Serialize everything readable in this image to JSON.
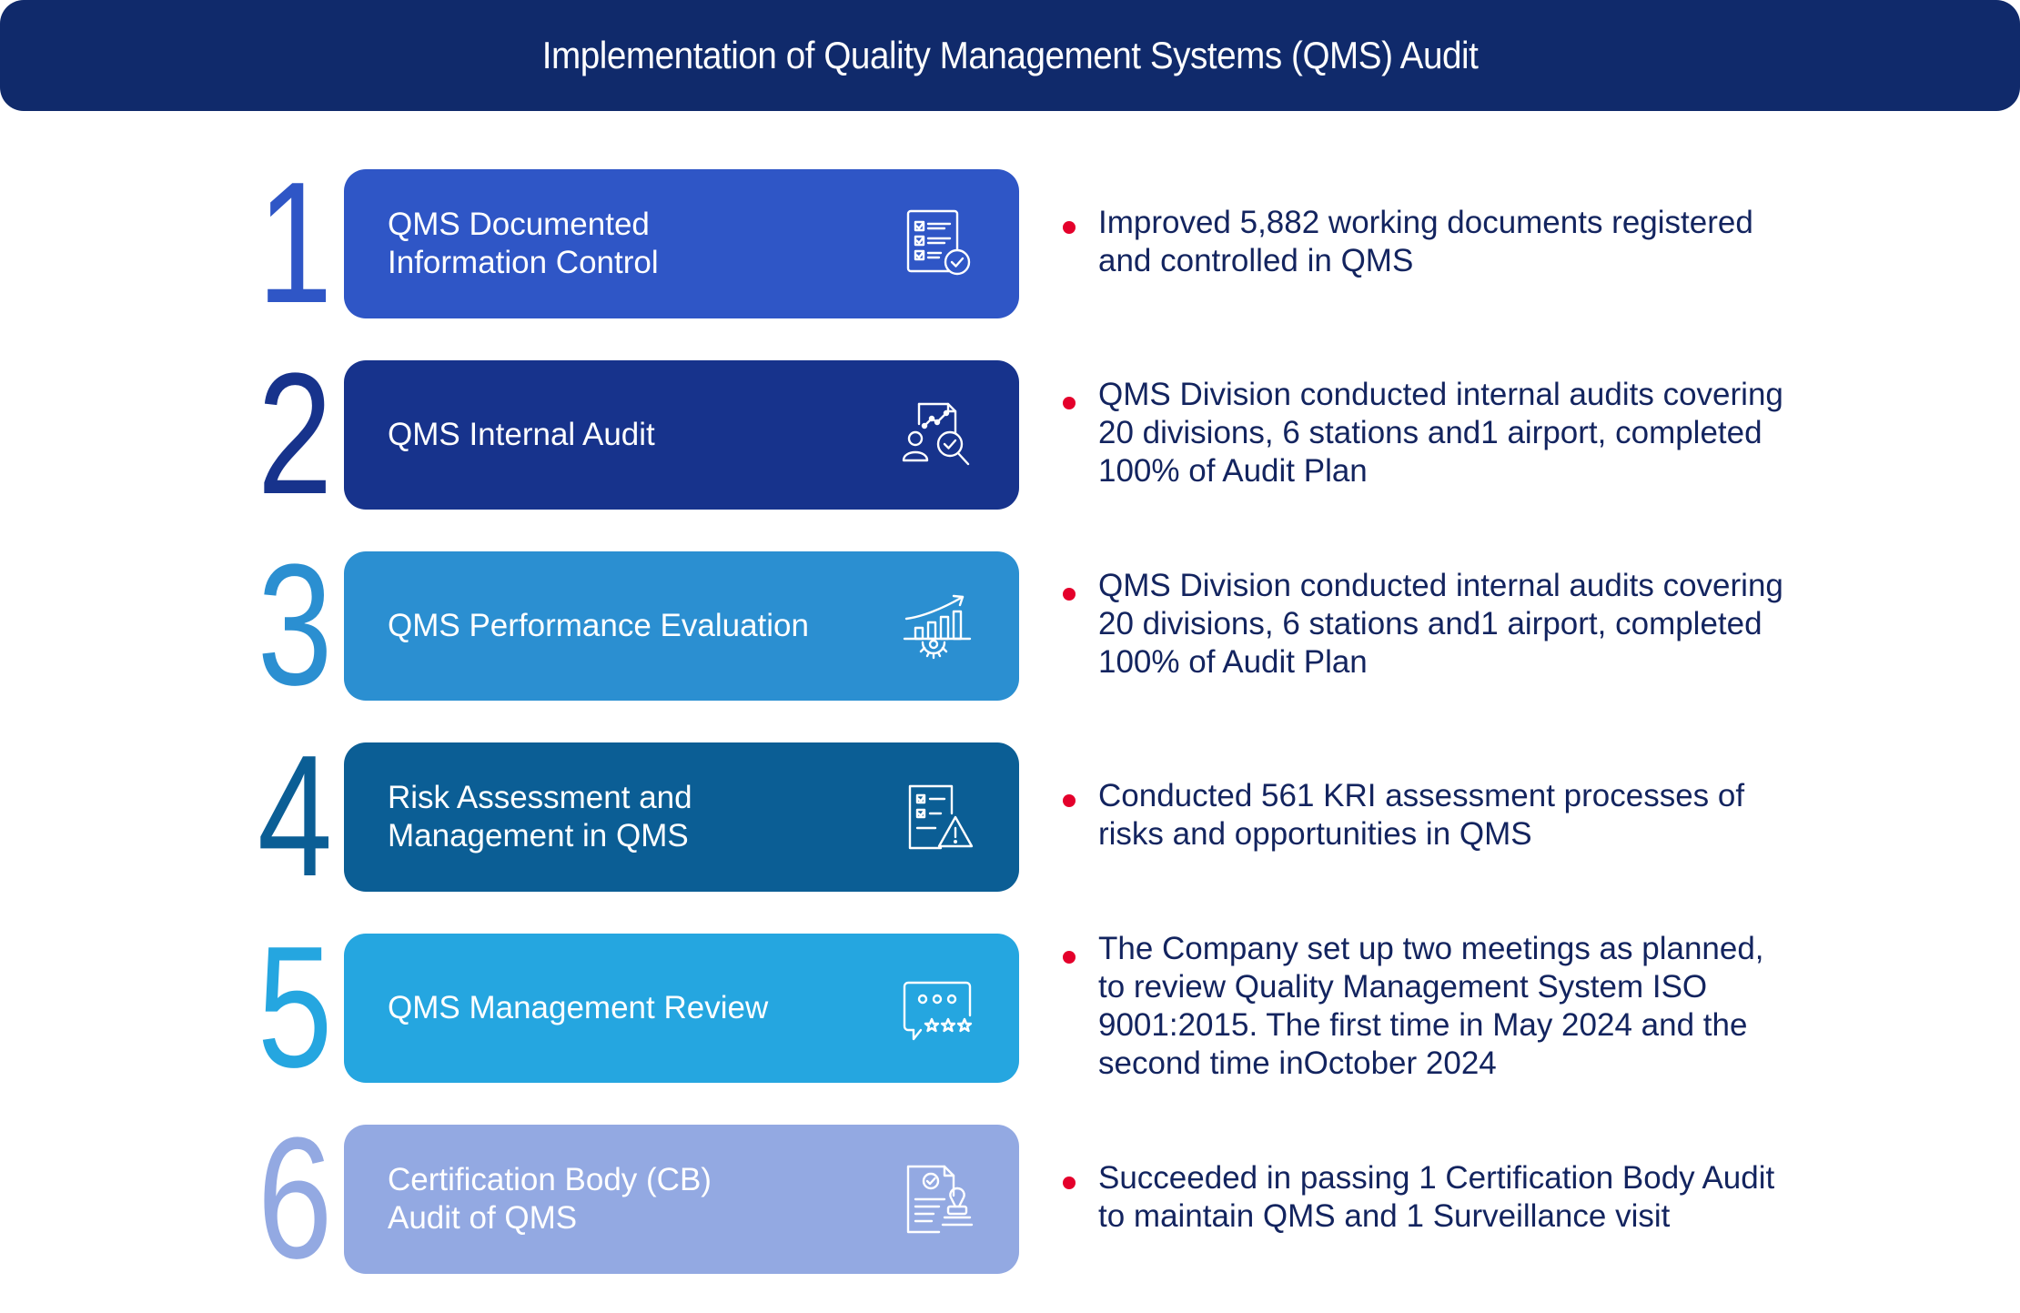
{
  "header": {
    "title": "Implementation of Quality Management Systems (QMS) Audit"
  },
  "steps": [
    {
      "number": "1",
      "title": "QMS Documented\nInformation Control",
      "icon": "checklist-document-icon",
      "color": "#2f56c6",
      "description": "Improved 5,882 working documents registered\nand controlled in QMS"
    },
    {
      "number": "2",
      "title": "QMS Internal Audit",
      "icon": "audit-magnifier-icon",
      "color": "#17338c",
      "description": "QMS Division conducted internal audits covering\n20 divisions, 6 stations and1 airport, completed\n100% of Audit Plan"
    },
    {
      "number": "3",
      "title": "QMS Performance Evaluation",
      "icon": "performance-chart-gear-icon",
      "color": "#2b8fd1",
      "description": "QMS Division conducted internal audits covering\n20 divisions, 6 stations and1 airport, completed\n100% of Audit Plan"
    },
    {
      "number": "4",
      "title": "Risk Assessment and\nManagement in QMS",
      "icon": "risk-checklist-warning-icon",
      "color": "#0b5e95",
      "description": "Conducted 561 KRI assessment processes of\nrisks and opportunities in QMS"
    },
    {
      "number": "5",
      "title": "QMS Management Review",
      "icon": "review-rating-icon",
      "color": "#25a6e0",
      "description": "The Company set up two meetings as planned,\nto review Quality Management System ISO\n9001:2015. The first time in May 2024 and the\nsecond time inOctober 2024"
    },
    {
      "number": "6",
      "title": "Certification Body (CB)\nAudit of QMS",
      "icon": "certificate-stamp-icon",
      "color": "#93a9e2",
      "description": "Succeeded in passing 1 Certification Body Audit\nto maintain QMS and 1 Surveillance visit"
    }
  ]
}
